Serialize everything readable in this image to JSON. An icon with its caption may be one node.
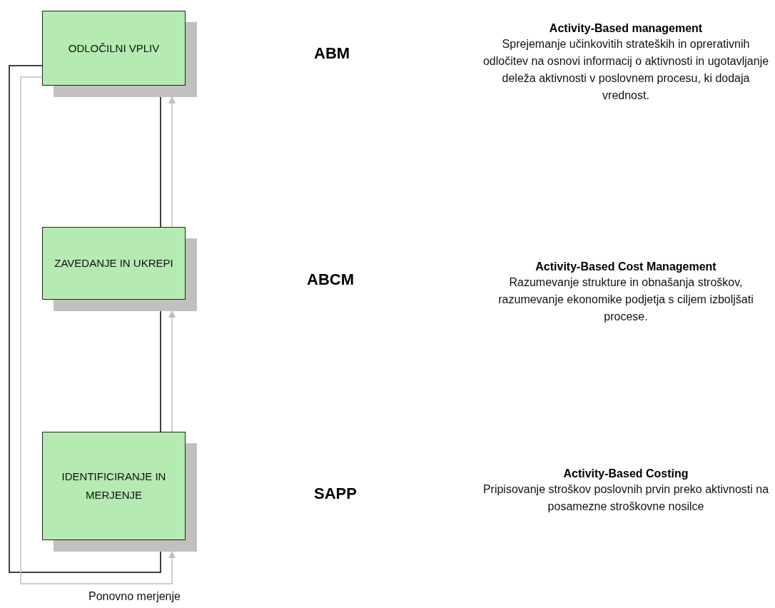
{
  "diagram": {
    "nodes": [
      {
        "text": [
          "ODLOČILNI VPLIV"
        ]
      },
      {
        "text": [
          "ZAVEDANJE IN UKREPI"
        ]
      },
      {
        "text": [
          "IDENTIFICIRANJE IN MERJENJE"
        ]
      }
    ],
    "edges": [
      {
        "from": 1,
        "to": 0,
        "arrow": "to"
      },
      {
        "from": 1,
        "to": 0,
        "arrow": "to",
        "color": "#c0c0c0"
      },
      {
        "from": 2,
        "to": 1,
        "arrow": "to"
      },
      {
        "from": 2,
        "to": 1,
        "arrow": "to",
        "color": "#c0c0c0"
      },
      {
        "from": 0,
        "to": 2,
        "arrow": "to"
      },
      {
        "from": 0,
        "to": 2,
        "arrow": "to",
        "color": "#c0c0c0",
        "label": "Ponovno merjenje"
      }
    ],
    "labels": [
      "Activity-Based management",
      "ABM",
      "Sprejemanje učinkovitih strateških in oprerativnih odločitev na osnovi informacij o aktivnosti in ugotavljanje deleža aktivnosti v poslovnem procesu, ki dodaja vrednost.",
      "Activity-Based Cost Management",
      "ABCM",
      "Razumevanje strukture in obnašanja stroškov, razumevanje ekonomike podjetja s ciljem izboljšati procese.",
      "Activity-Based Costing",
      "SAPP",
      "Pripisovanje stroškov poslovnih prvin preko aktivnosti na posamezne stroškovne nosilce"
    ]
  }
}
